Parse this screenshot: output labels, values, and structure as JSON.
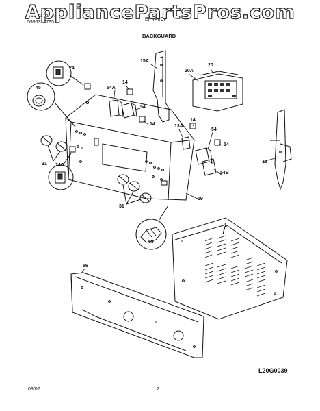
{
  "header": {
    "publication_line1": "Publication No.",
    "publication_line2": "5995377795",
    "model": "EF 740CF",
    "section_title": "BACKGUARD",
    "watermark": "AppliancePartsPros.com"
  },
  "callouts": [
    "15A",
    "20",
    "20A",
    "24",
    "45",
    "14",
    "54A",
    "54",
    "14",
    "13A",
    "14",
    "54",
    "14",
    "15",
    "31",
    "24C",
    "54B",
    "19",
    "31",
    "1",
    "69",
    "56"
  ],
  "footer": {
    "diagram_code": "L20G0039",
    "date": "09/02",
    "page_number": "2"
  }
}
